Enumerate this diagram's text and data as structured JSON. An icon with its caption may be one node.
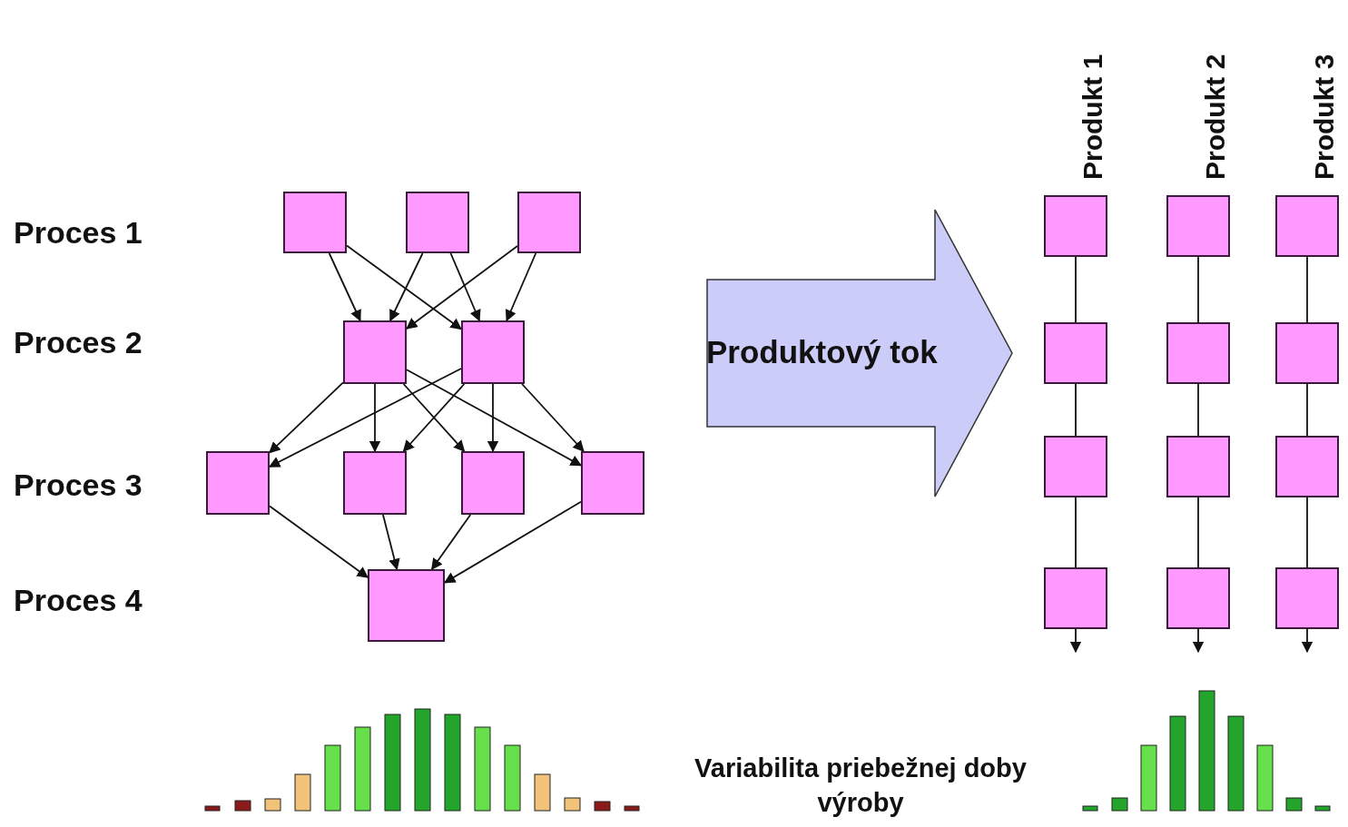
{
  "diagram": {
    "nodes": [
      {
        "text": [],
        "shape": "box"
      },
      {
        "text": [],
        "shape": "box"
      },
      {
        "text": [],
        "shape": "box"
      },
      {
        "text": [],
        "shape": "box"
      },
      {
        "text": [],
        "shape": "box"
      },
      {
        "text": [],
        "shape": "box"
      },
      {
        "text": [],
        "shape": "box"
      },
      {
        "text": [],
        "shape": "box"
      },
      {
        "text": [],
        "shape": "box"
      },
      {
        "text": [],
        "shape": "box"
      },
      {
        "text": [
          "Produktový tok"
        ]
      },
      {
        "text": [],
        "shape": "box"
      },
      {
        "text": [],
        "shape": "box"
      },
      {
        "text": [],
        "shape": "box"
      },
      {
        "text": [],
        "shape": "box"
      },
      {
        "text": [],
        "shape": "box"
      },
      {
        "text": [],
        "shape": "box"
      },
      {
        "text": [],
        "shape": "box"
      },
      {
        "text": [],
        "shape": "box"
      },
      {
        "text": [],
        "shape": "box"
      },
      {
        "text": [],
        "shape": "box"
      },
      {
        "text": [],
        "shape": "box"
      },
      {
        "text": [],
        "shape": "box"
      }
    ],
    "edges": [
      {
        "from": 0,
        "to": 3,
        "arrow": "to"
      },
      {
        "from": 0,
        "to": 4,
        "arrow": "to"
      },
      {
        "from": 1,
        "to": 3,
        "arrow": "to"
      },
      {
        "from": 1,
        "to": 4,
        "arrow": "to"
      },
      {
        "from": 2,
        "to": 3,
        "arrow": "to"
      },
      {
        "from": 2,
        "to": 4,
        "arrow": "to"
      },
      {
        "from": 3,
        "to": 5,
        "arrow": "to"
      },
      {
        "from": 3,
        "to": 6,
        "arrow": "to"
      },
      {
        "from": 3,
        "to": 7,
        "arrow": "to"
      },
      {
        "from": 3,
        "to": 8,
        "arrow": "to"
      },
      {
        "from": 4,
        "to": 5,
        "arrow": "to"
      },
      {
        "from": 4,
        "to": 6,
        "arrow": "to"
      },
      {
        "from": 4,
        "to": 7,
        "arrow": "to"
      },
      {
        "from": 4,
        "to": 8,
        "arrow": "to"
      },
      {
        "from": 5,
        "to": 9,
        "arrow": "to"
      },
      {
        "from": 6,
        "to": 9,
        "arrow": "to"
      },
      {
        "from": 7,
        "to": 9,
        "arrow": "to"
      },
      {
        "from": 8,
        "to": 9,
        "arrow": "to"
      },
      {
        "from": 11,
        "to": 14,
        "arrow": "none"
      },
      {
        "from": 14,
        "to": 17,
        "arrow": "none"
      },
      {
        "from": 17,
        "to": 20,
        "arrow": "none"
      },
      {
        "from": 20,
        "to": null,
        "arrow": "to"
      },
      {
        "from": 12,
        "to": 15,
        "arrow": "none"
      },
      {
        "from": 15,
        "to": 18,
        "arrow": "none"
      },
      {
        "from": 18,
        "to": 21,
        "arrow": "none"
      },
      {
        "from": 21,
        "to": null,
        "arrow": "to"
      },
      {
        "from": 13,
        "to": 16,
        "arrow": "none"
      },
      {
        "from": 16,
        "to": 19,
        "arrow": "none"
      },
      {
        "from": 19,
        "to": 22,
        "arrow": "none"
      },
      {
        "from": 22,
        "to": null,
        "arrow": "to"
      }
    ],
    "labels": [
      "Produkt 1",
      "Produkt 2",
      "Produkt 3",
      "Proces 1",
      "Proces 2",
      "Proces 3",
      "Proces 4",
      "Variabilita priebežnej doby výroby"
    ]
  }
}
